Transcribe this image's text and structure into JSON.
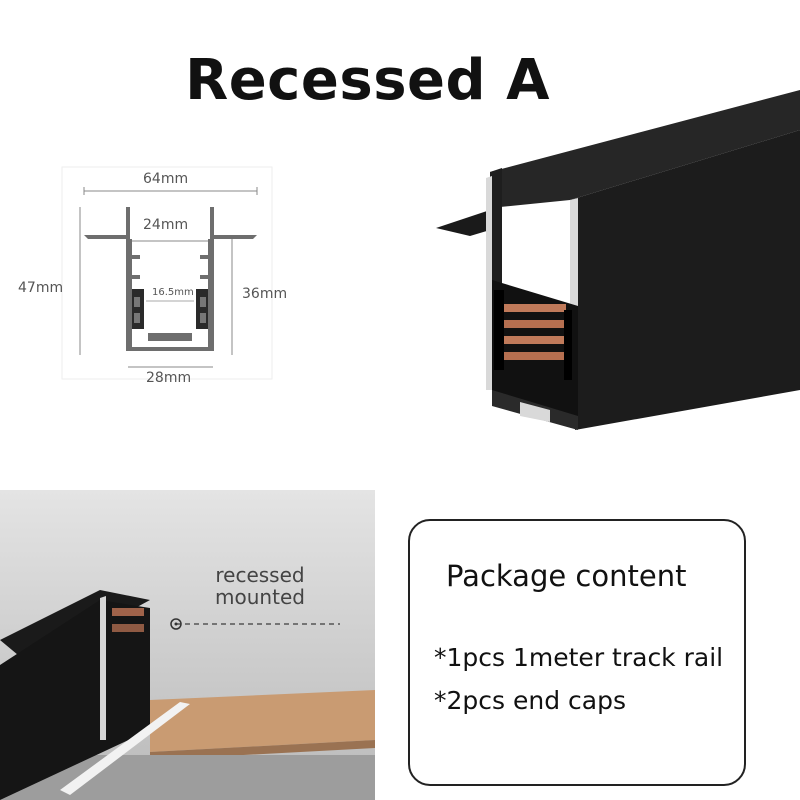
{
  "title": "Recessed A",
  "diagram": {
    "width_outer": "64mm",
    "width_inner_top": "24mm",
    "width_inner_channel": "16.5mm",
    "width_bottom": "28mm",
    "height_total": "47mm",
    "height_inner": "36mm"
  },
  "photo": {
    "label_line1": "recessed",
    "label_line2": "mounted"
  },
  "package": {
    "heading": "Package content",
    "items": [
      "*1pcs 1meter track rail",
      "*2pcs end caps"
    ]
  },
  "colors": {
    "rail_black": "#1c1c1c",
    "copper": "#c07a5a",
    "aluminum": "#d9d9d9",
    "wood": "#c99b72"
  }
}
